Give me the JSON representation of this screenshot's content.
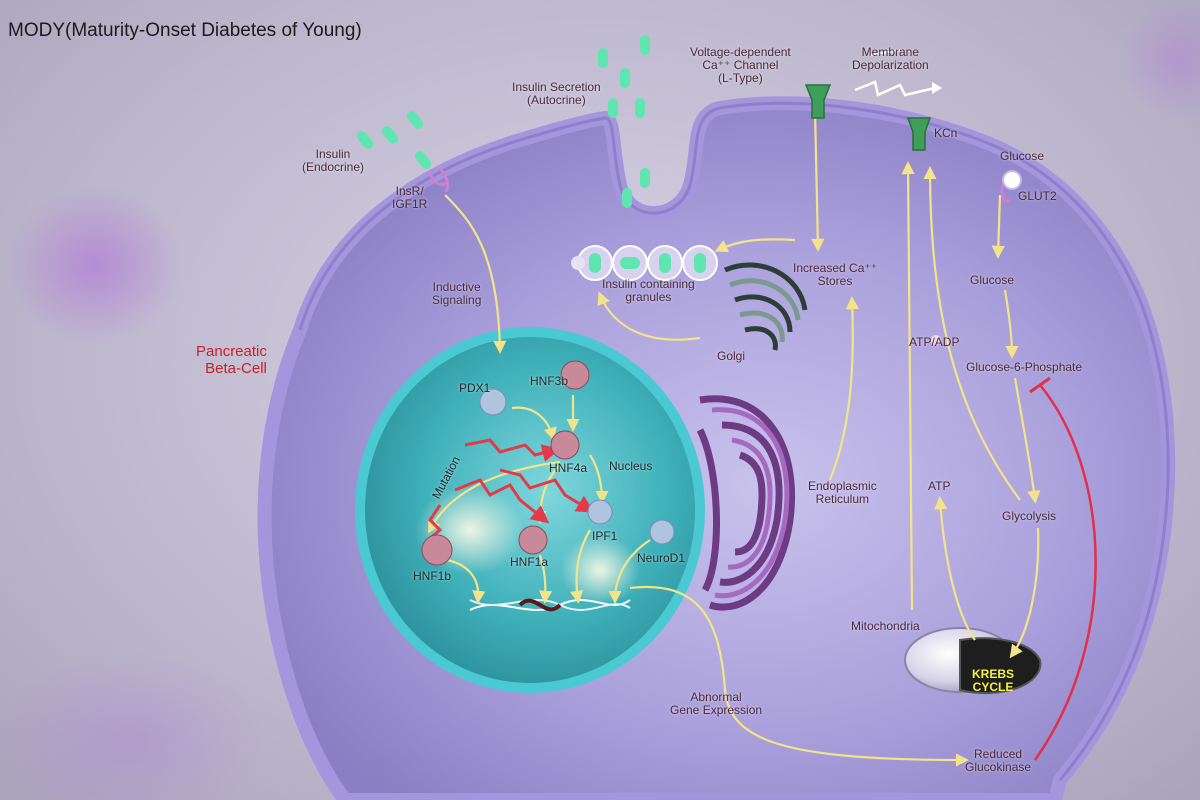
{
  "title": "MODY(Maturity-Onset Diabetes of Young)",
  "cell_label": [
    "Pancreatic",
    "Beta-Cell"
  ],
  "labels": {
    "insulin_endocrine": [
      "Insulin",
      "(Endocrine)"
    ],
    "insr": [
      "InsR/",
      "IGF1R"
    ],
    "insulin_secretion": [
      "Insulin Secretion",
      "(Autocrine)"
    ],
    "vdcc": [
      "Voltage-dependent",
      "Ca⁺⁺ Channel",
      "(L-Type)"
    ],
    "membrane_depol": [
      "Membrane",
      "Depolarization"
    ],
    "kcn": "KCn",
    "glucose_out": "Glucose",
    "glut2": "GLUT2",
    "glucose_in": "Glucose",
    "insulin_granules": [
      "Insulin containing",
      "granules"
    ],
    "increased_ca": [
      "Increased Ca⁺⁺",
      "Stores"
    ],
    "golgi": "Golgi",
    "inductive": [
      "Inductive",
      "Signaling"
    ],
    "atp_adp": "ATP/ADP",
    "g6p": "Glucose-6-Phosphate",
    "er": [
      "Endoplasmic",
      "Reticulum"
    ],
    "glycolysis": "Glycolysis",
    "atp": "ATP",
    "mitochondria": "Mitochondria",
    "krebs": [
      "KREBS",
      "CYCLE"
    ],
    "abnormal": [
      "Abnormal",
      "Gene Expression"
    ],
    "reduced": [
      "Reduced",
      "Glucokinase"
    ],
    "nucleus": "Nucleus",
    "mutation": "Mutation",
    "pdx1": "PDX1",
    "hnf3b": "HNF3b",
    "hnf4a": "HNF4a",
    "hnf1b": "HNF1b",
    "hnf1a": "HNF1a",
    "ipf1": "IPF1",
    "neurod1": "NeuroD1"
  },
  "colors": {
    "arrow": "#f2e48a",
    "inhibit": "#e0304a",
    "mutation": "#e23a4a",
    "cell": "#9c8fd0",
    "nucleus": "#3aa9b4",
    "insulin": "#5fe6b0",
    "title_red": "#c8202a"
  }
}
